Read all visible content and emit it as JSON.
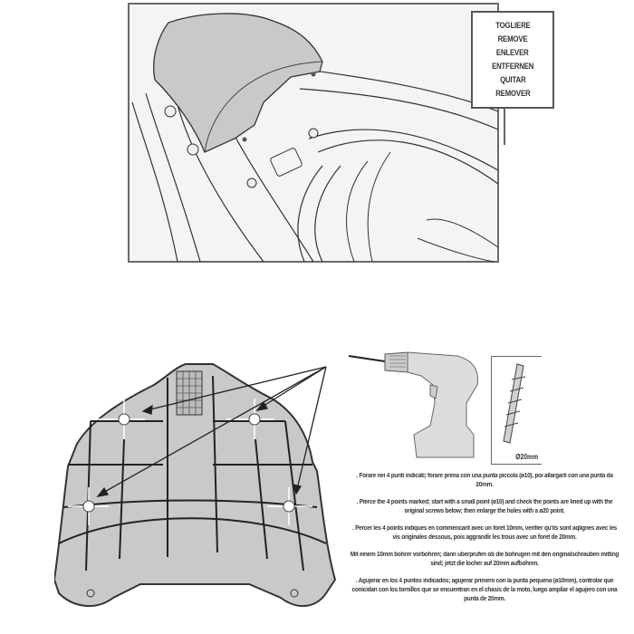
{
  "remove_label": {
    "lines": [
      "TOGLIERE",
      "REMOVE",
      "ENLEVER",
      "ENTFERNEN",
      "QUITAR",
      "REMOVER"
    ]
  },
  "drill_bit": {
    "size_label": "Ø20mm"
  },
  "instructions": [
    {
      "lang": "it",
      "text": ". Forare nei 4 punti indicati; forare prima con una punta piccola (ø10), poi allargarli con una punta da 20mm."
    },
    {
      "lang": "en",
      "text": ". Pierce the 4 points marked; start with a small point (ø10) and check the points are lined up with the original screws below; then enlarge the holes with a ø20 point."
    },
    {
      "lang": "fr",
      "text": ". Percer les 4 points indiques en commencant avec un foret 10mm, verifier qu'ils sont aqlignes avec les vis originales dessous, pois aggrandir les trous avec un foret de 20mm."
    },
    {
      "lang": "de",
      "text": "Mit einem 10mm bohrer vorbohren; dann uberprufen ob die bohrugen mit den originalschrauben mitting sind; jetzt die locher auf 20mm aufbohren."
    },
    {
      "lang": "es",
      "text": ". Agujerar en los 4 puntos indicados; agujerar primero con la punta pequena (ø10mm), controlar que conicidan con los tornillos que se encuentran en el chasis de la moto, luego ampliar el agujero con una punta de 20mm."
    }
  ],
  "colors": {
    "panel_fill": "#c9c9cb",
    "line": "#333333",
    "frame": "#666666",
    "drill_fill": "#dcdcdc"
  }
}
